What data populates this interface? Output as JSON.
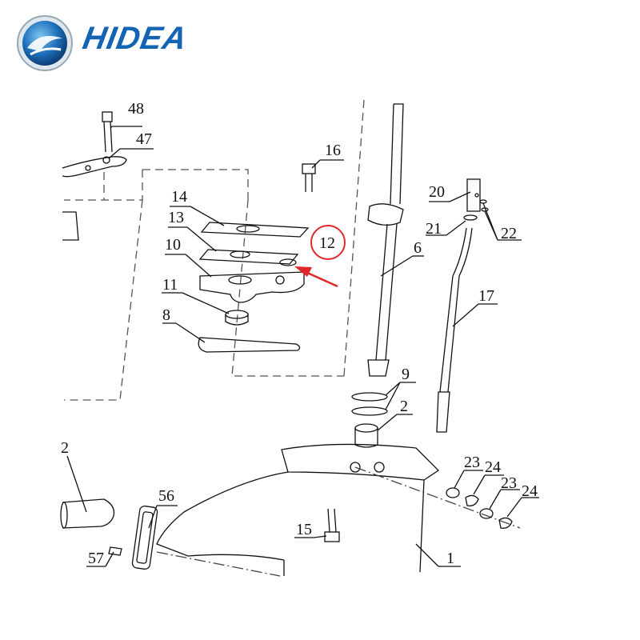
{
  "brand": {
    "name": "HIDEA",
    "logo_color": "#1464b4",
    "logo_accent": "#5fb4e6"
  },
  "highlight_color": "#e0282a",
  "callouts": {
    "c48": "48",
    "c47": "47",
    "c16": "16",
    "c14": "14",
    "c13": "13",
    "c12": "12",
    "c10": "10",
    "c11": "11",
    "c8": "8",
    "c6": "6",
    "c20": "20",
    "c21": "21",
    "c22": "22",
    "c17": "17",
    "c9": "9",
    "c2a": "2",
    "c2b": "2",
    "c23a": "23",
    "c24a": "24",
    "c23b": "23",
    "c24b": "24",
    "c56": "56",
    "c57": "57",
    "c15": "15",
    "c1": "1"
  }
}
